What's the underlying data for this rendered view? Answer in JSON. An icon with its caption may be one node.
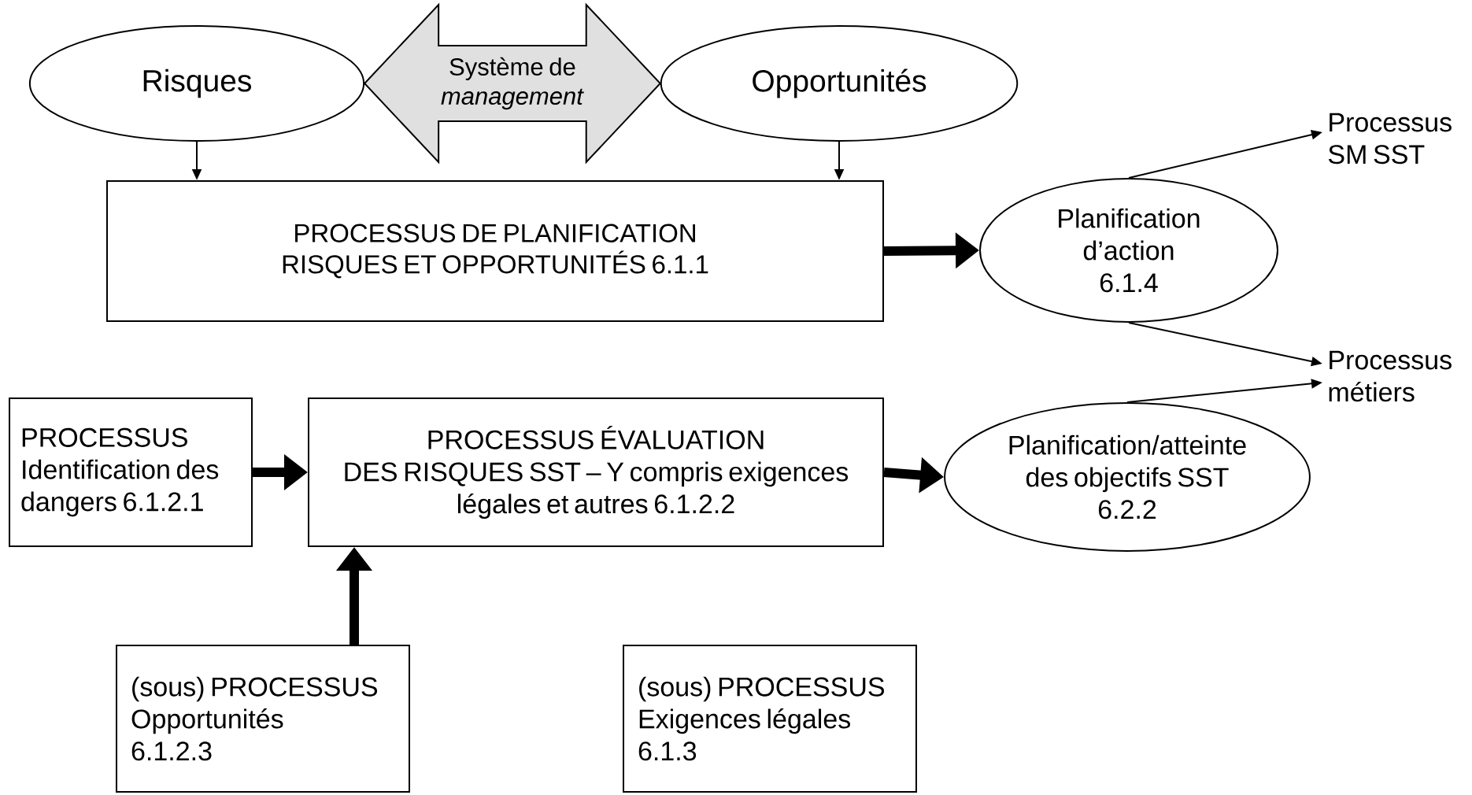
{
  "diagram": {
    "nodes": [
      {
        "text": [
          "Risques"
        ]
      },
      {
        "text": [
          "Opportunités"
        ]
      },
      {
        "text": [
          "PROCESSUS DE PLANIFICATION RISQUES ET OPPORTUNITÉS 6.1.1"
        ]
      },
      {
        "text": [
          "Planification d’action 6.1.4"
        ]
      },
      {
        "text": [
          "Processus SM SST"
        ]
      },
      {
        "text": [
          "Processus métiers"
        ]
      },
      {
        "text": [
          "PROCESSUS Identification des dangers 6.1.2.1"
        ]
      },
      {
        "text": [
          "PROCESSUS ÉVALUATION DES RISQUES SST – Y compris exigences légales et autres 6.1.2.2"
        ]
      },
      {
        "text": [
          "Planification/atteinte des objectifs SST 6.2.2"
        ]
      },
      {
        "text": [
          "(sous) PROCESSUS Opportunités 6.1.2.3"
        ]
      },
      {
        "text": [
          "(sous) PROCESSUS Exigences légales 6.1.3"
        ]
      }
    ],
    "edges": [
      {
        "from": 0,
        "to": 1,
        "arrow": "both",
        "label": "Système de *management*"
      },
      {
        "from": 0,
        "to": 2,
        "arrow": "to"
      },
      {
        "from": 1,
        "to": 2,
        "arrow": "to"
      },
      {
        "from": 2,
        "to": 3,
        "arrow": "to",
        "style": "thick"
      },
      {
        "from": 3,
        "to": 4,
        "arrow": "to"
      },
      {
        "from": 3,
        "to": 5,
        "arrow": "to"
      },
      {
        "from": 8,
        "to": 5,
        "arrow": "to"
      },
      {
        "from": 6,
        "to": 7,
        "arrow": "to",
        "style": "thick"
      },
      {
        "from": 7,
        "to": 8,
        "arrow": "to",
        "style": "thick"
      },
      {
        "from": 9,
        "to": 7,
        "arrow": "to",
        "style": "thick"
      }
    ]
  }
}
